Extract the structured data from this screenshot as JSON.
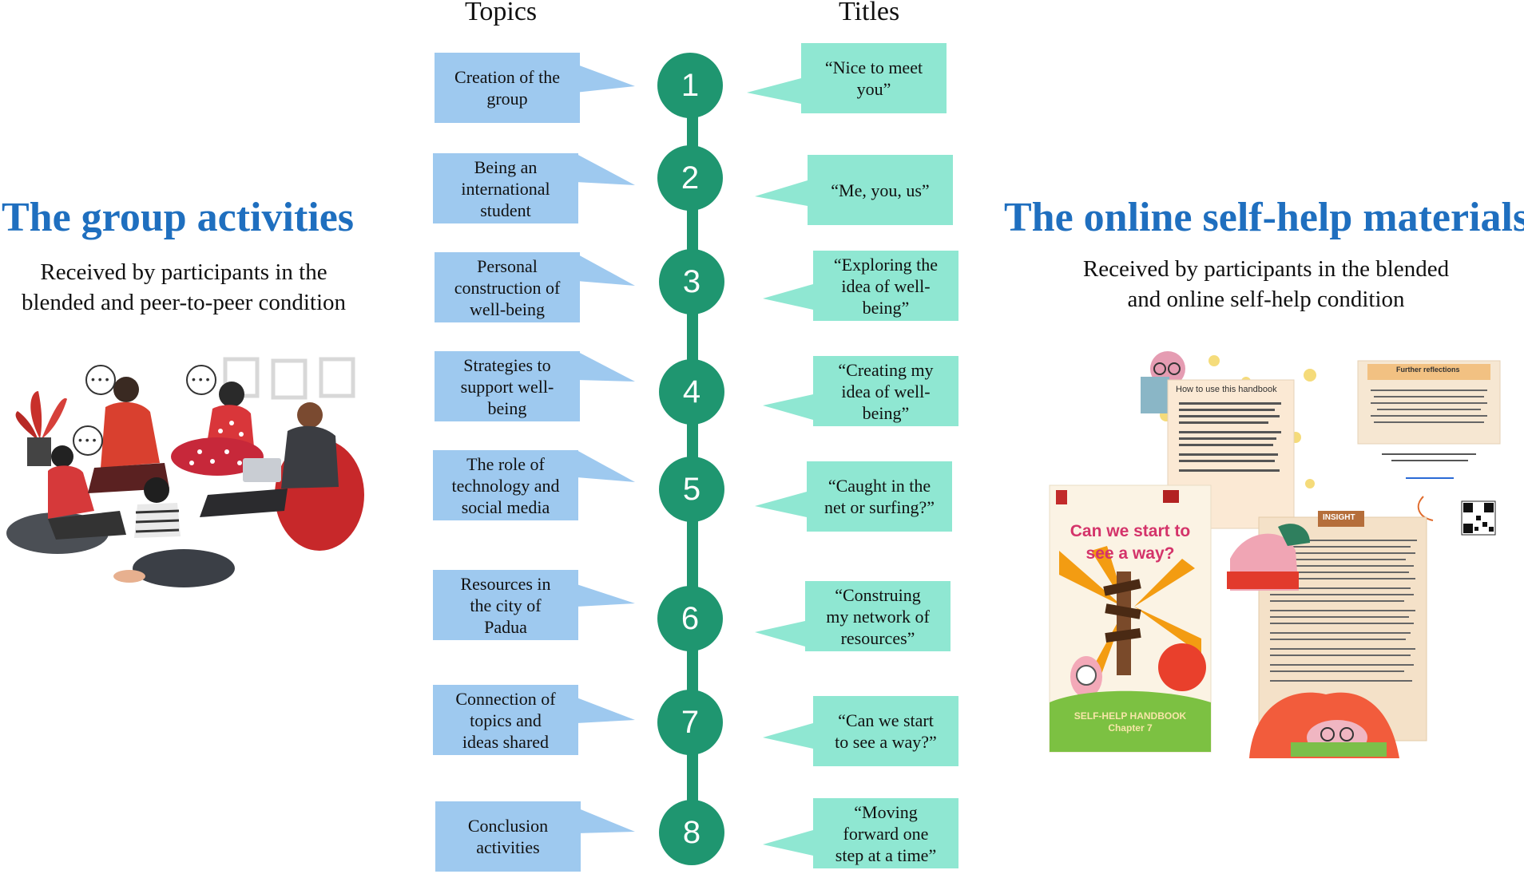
{
  "headers": {
    "topics": "Topics",
    "titles": "Titles"
  },
  "left_panel": {
    "title": "The group activities",
    "subtitle_line1": "Received by participants in the",
    "subtitle_line2": "blended and peer-to-peer condition"
  },
  "right_panel": {
    "title": "The online self-help materials",
    "subtitle_line1": "Received by participants in the blended",
    "subtitle_line2": "and online self-help condition",
    "handbook_cover_title_line1": "Can we start to",
    "handbook_cover_title_line2": "see a way?",
    "handbook_cover_label_line1": "SELF-HELP HANDBOOK",
    "handbook_cover_label_line2": "Chapter 7",
    "page_heading_handbook": "How to use this handbook",
    "page_heading_reflections": "Further reflections",
    "page_heading_insight": "INSIGHT"
  },
  "steps": [
    {
      "number": "1",
      "topic": [
        "Creation of the",
        "group"
      ],
      "title": [
        "“Nice to meet",
        "you”"
      ]
    },
    {
      "number": "2",
      "topic": [
        "Being an",
        "international",
        "student"
      ],
      "title": [
        "“Me, you, us”"
      ]
    },
    {
      "number": "3",
      "topic": [
        "Personal",
        "construction of",
        "well-being"
      ],
      "title": [
        "“Exploring the",
        "idea of well-",
        "being”"
      ]
    },
    {
      "number": "4",
      "topic": [
        "Strategies to",
        "support well-",
        "being"
      ],
      "title": [
        "“Creating my",
        "idea of well-",
        "being”"
      ]
    },
    {
      "number": "5",
      "topic": [
        "The role of",
        "technology and",
        "social media"
      ],
      "title": [
        "“Caught in the",
        "net or surfing?”"
      ]
    },
    {
      "number": "6",
      "topic": [
        "Resources in",
        "the city of",
        "Padua"
      ],
      "title": [
        "“Construing",
        "my network of",
        "resources”"
      ]
    },
    {
      "number": "7",
      "topic": [
        "Connection of",
        "topics and",
        "ideas shared"
      ],
      "title": [
        "“Can we start",
        "to see a way?”"
      ]
    },
    {
      "number": "8",
      "topic": [
        "Conclusion",
        "activities"
      ],
      "title": [
        "“Moving",
        "forward one",
        "step at a time”"
      ]
    }
  ]
}
